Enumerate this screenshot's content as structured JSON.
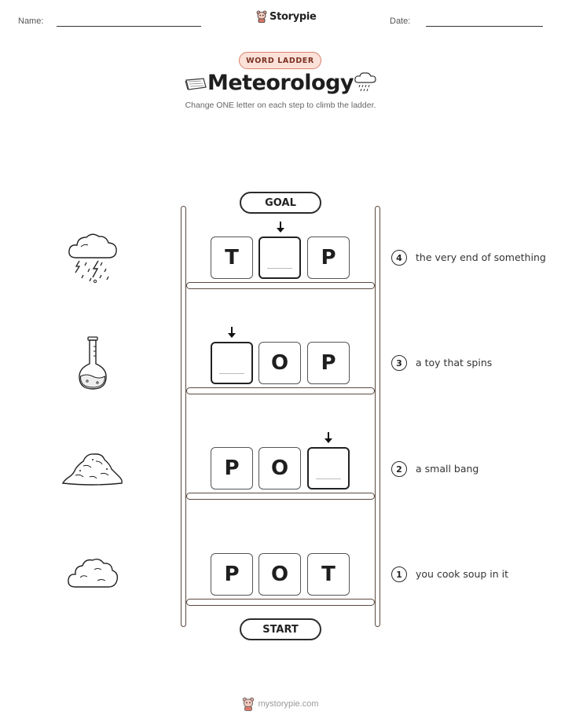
{
  "header": {
    "name_label": "Name:",
    "date_label": "Date:",
    "brand": "Storypie"
  },
  "badge": "WORD LADDER",
  "title": "Meteorology",
  "subtitle": "Change ONE letter on each step to climb the ladder.",
  "ladder": {
    "goal_label": "GOAL",
    "start_label": "START",
    "rows": [
      {
        "letters": [
          "T",
          "",
          "P"
        ],
        "blank_index": 1,
        "clue_number": "4",
        "clue": "the very end of something",
        "icon": "storm-cloud-icon"
      },
      {
        "letters": [
          "",
          "O",
          "P"
        ],
        "blank_index": 0,
        "clue_number": "3",
        "clue": "a toy that spins",
        "icon": "flask-icon"
      },
      {
        "letters": [
          "P",
          "O",
          ""
        ],
        "blank_index": 2,
        "clue_number": "2",
        "clue": "a small bang",
        "icon": "dust-pile-icon"
      },
      {
        "letters": [
          "P",
          "O",
          "T"
        ],
        "blank_index": -1,
        "clue_number": "1",
        "clue": "you cook soup in it",
        "icon": "cloud-icon"
      }
    ]
  },
  "footer": "mystorypie.com",
  "colors": {
    "badge_border": "#d9826b",
    "badge_fill": "#fbe1d8",
    "ladder": "#5a4a40"
  }
}
